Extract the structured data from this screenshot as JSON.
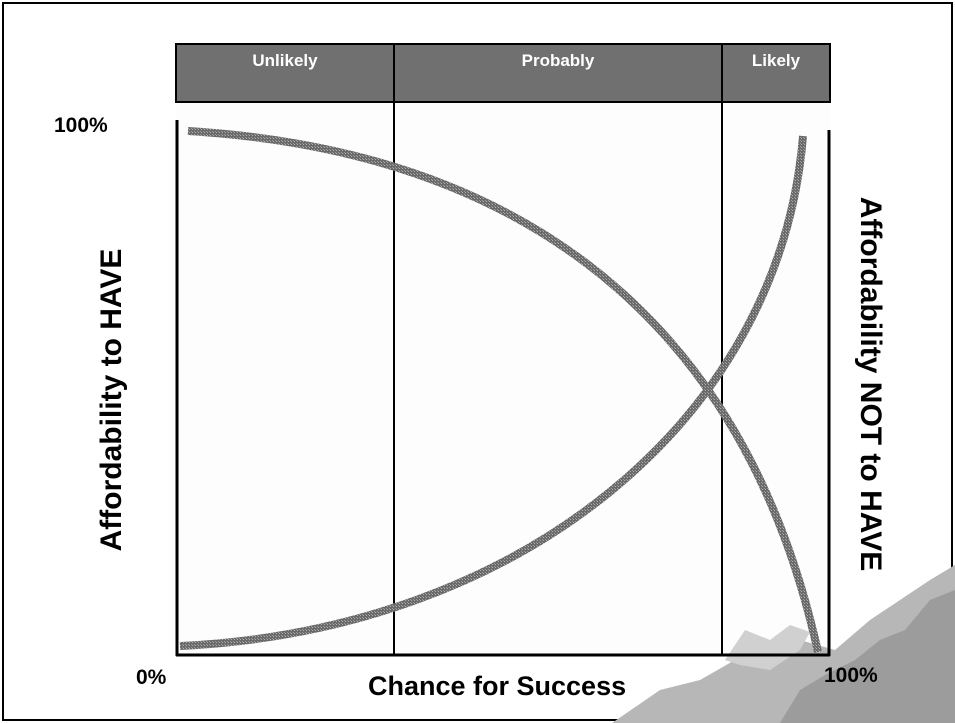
{
  "zones": [
    "Unlikely",
    "Probably",
    "Likely"
  ],
  "axis": {
    "y_left_label": "Affordability to HAVE",
    "y_right_label": "Affordability NOT to HAVE",
    "x_label": "Chance for Success",
    "y_max_tick": "100%",
    "x_min_tick": "0%",
    "x_max_tick": "100%"
  },
  "colors": {
    "band": "#707070",
    "curve": "#7a7a7a",
    "mountain": "#b4b4b4",
    "plot_bg": "#fdfdfd"
  }
}
